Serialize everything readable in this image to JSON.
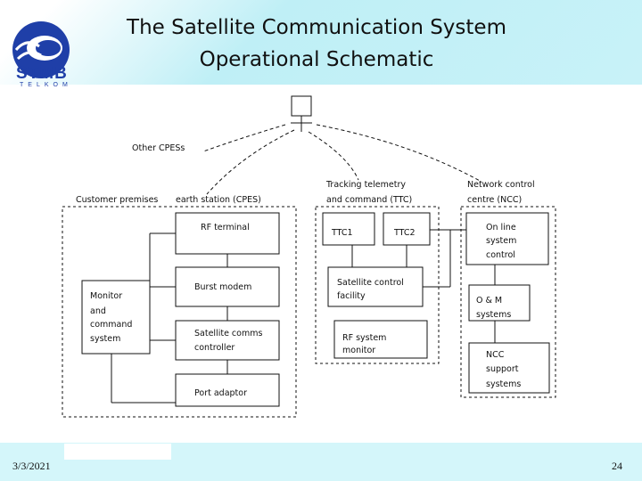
{
  "slide": {
    "title_line1": "The Satellite Communication System",
    "title_line2": "Operational Schematic",
    "date": "3/3/2021",
    "page_number": "24"
  },
  "logo": {
    "name": "STMB",
    "sub": "TELKOM"
  },
  "diagram": {
    "other_cpes": "Other CPESs",
    "customer_premises": "Customer premises",
    "earth_station": "earth station (CPES)",
    "ttc_line1": "Tracking telemetry",
    "ttc_line2": "and command (TTC)",
    "ncc_line1": "Network control",
    "ncc_line2": "centre (NCC)",
    "rf_terminal": "RF terminal",
    "burst_modem": "Burst modem",
    "sat_comms_1": "Satellite comms",
    "sat_comms_2": "controller",
    "port_adaptor": "Port adaptor",
    "monitor_1": "Monitor",
    "monitor_2": "and",
    "monitor_3": "command",
    "monitor_4": "system",
    "ttc1": "TTC1",
    "ttc2": "TTC2",
    "sat_control_1": "Satellite control",
    "sat_control_2": "facility",
    "rf_monitor_1": "RF system",
    "rf_monitor_2": "monitor",
    "online_1": "On line",
    "online_2": "system",
    "online_3": "control",
    "om_1": "O & M",
    "om_2": "systems",
    "ncc_support_1": "NCC",
    "ncc_support_2": "support",
    "ncc_support_3": "systems"
  }
}
